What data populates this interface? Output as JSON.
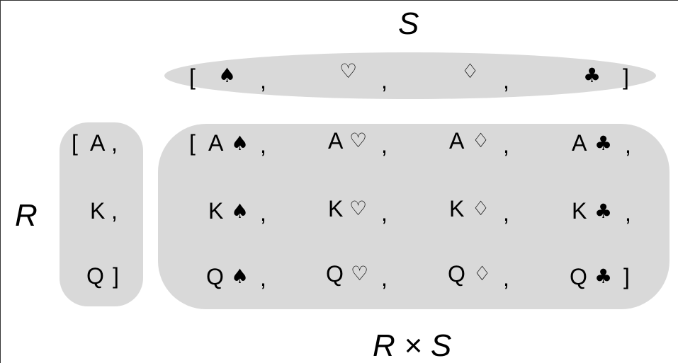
{
  "labels": {
    "s": "S",
    "r": "R",
    "product": "R × S"
  },
  "suits": [
    "♠",
    "♡",
    "♢",
    "♣"
  ],
  "ranks": [
    "A",
    "K",
    "Q"
  ],
  "punct": {
    "open": "[",
    "close": "]",
    "comma": ","
  },
  "colors": {
    "pill": "#d9d9d9",
    "text": "#000000"
  }
}
